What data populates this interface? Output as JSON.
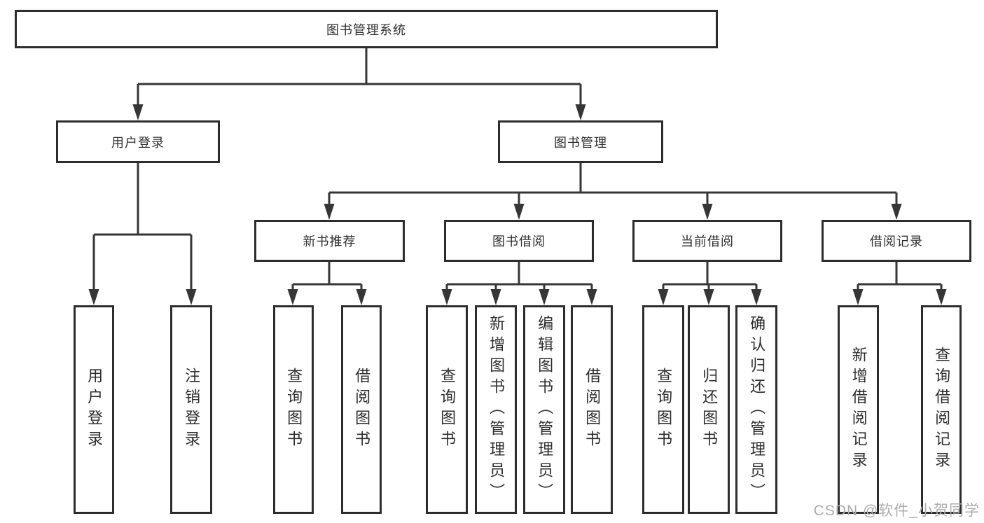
{
  "tree": {
    "root": "图书管理系统",
    "level2": [
      "用户登录",
      "图书管理"
    ],
    "level3": [
      "新书推荐",
      "图书借阅",
      "当前借阅",
      "借阅记录"
    ],
    "leaves_user_login": [
      "用户登录",
      "注销登录"
    ],
    "leaves_new_books": [
      "查询图书",
      "借阅图书"
    ],
    "leaves_book_borrow": [
      "查询图书",
      "新增图书（管理员）",
      "编辑图书（管理员）",
      "借阅图书"
    ],
    "leaves_current_borrow": [
      "查询图书",
      "归还图书",
      "确认归还（管理员）"
    ],
    "leaves_borrow_records": [
      "新增借阅记录",
      "查询借阅记录"
    ]
  },
  "watermark": "CSDN @软件_小贺同学",
  "colors": {
    "line": "#363636",
    "box_border": "#2d2d2d",
    "text": "#2e2e2e",
    "watermark": "#acacac",
    "background": "#ffffff"
  }
}
